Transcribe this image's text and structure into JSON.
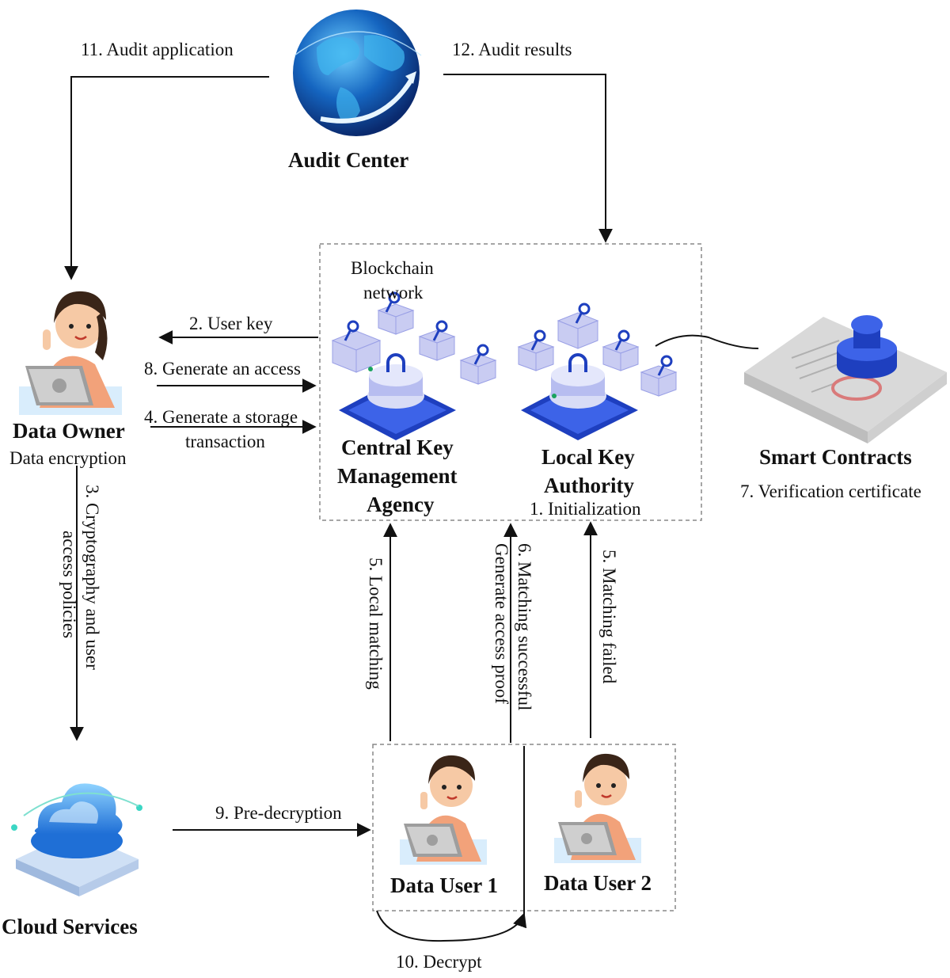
{
  "nodes": {
    "audit_center": "Audit Center",
    "data_owner": "Data Owner",
    "data_owner_sub": "Data encryption",
    "blockchain_line1": "Blockchain",
    "blockchain_line2": "network",
    "central_line1": "Central Key",
    "central_line2": "Management",
    "central_line3": "Agency",
    "local_line1": "Local Key",
    "local_line2": "Authority",
    "initialization": "1. Initialization",
    "smart_contracts": "Smart Contracts",
    "verification": "7. Verification certificate",
    "cloud_services": "Cloud Services",
    "data_user_1": "Data User 1",
    "data_user_2": "Data User 2"
  },
  "edges": {
    "audit_application": "11. Audit application",
    "audit_results": "12. Audit results",
    "user_key": "2. User key",
    "generate_access": "8. Generate an access",
    "storage_line1": "4. Generate a storage",
    "storage_line2": "transaction",
    "crypto_line1": "3. Cryptography and user",
    "crypto_line2": "access policies",
    "local_matching": "5. Local matching",
    "matching_success_line1": "6. Matching successful",
    "matching_success_line2": "Generate access proof",
    "matching_failed": "5. Matching failed",
    "pre_decryption": "9. Pre-decryption",
    "decrypt": "10. Decrypt"
  },
  "colors": {
    "globe": "#1565c0",
    "block_blue": "#1e3fbf",
    "block_light": "#c9ccf2",
    "skin": "#f6c9a5",
    "suit": "#f2a27a",
    "hair": "#3a2518",
    "cloud": "#3b9ce6"
  }
}
